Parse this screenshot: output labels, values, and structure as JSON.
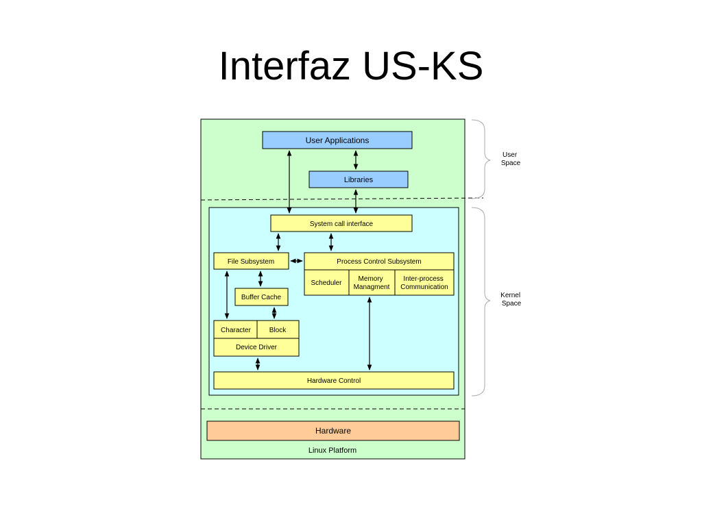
{
  "slide": {
    "title": "Interfaz US-KS"
  },
  "diagram": {
    "blocks": {
      "user_applications": "User Applications",
      "libraries": "Libraries",
      "system_call_interface": "System call interface",
      "file_subsystem": "File Subsystem",
      "process_control_subsystem": "Process Control Subsystem",
      "scheduler": "Scheduler",
      "memory_management": [
        "Memory",
        "Managment"
      ],
      "inter_process_communication": [
        "Inter-process",
        "Communication"
      ],
      "buffer_cache": "Buffer Cache",
      "character": "Character",
      "block": "Block",
      "device_driver": "Device Driver",
      "hardware_control": "Hardware Control",
      "hardware": "Hardware",
      "platform": "Linux Platform"
    },
    "brackets": {
      "user_space": [
        "User",
        "Space"
      ],
      "kernel_space": [
        "Kernel",
        "Space"
      ]
    },
    "colors": {
      "platform_bg": "#ccffcc",
      "kernel_bg": "#ccffff",
      "user_block": "#99ccff",
      "kernel_block": "#ffff99",
      "hardware_block": "#ffcc99",
      "line": "#000000",
      "bracket": "#aaaaaa"
    }
  }
}
